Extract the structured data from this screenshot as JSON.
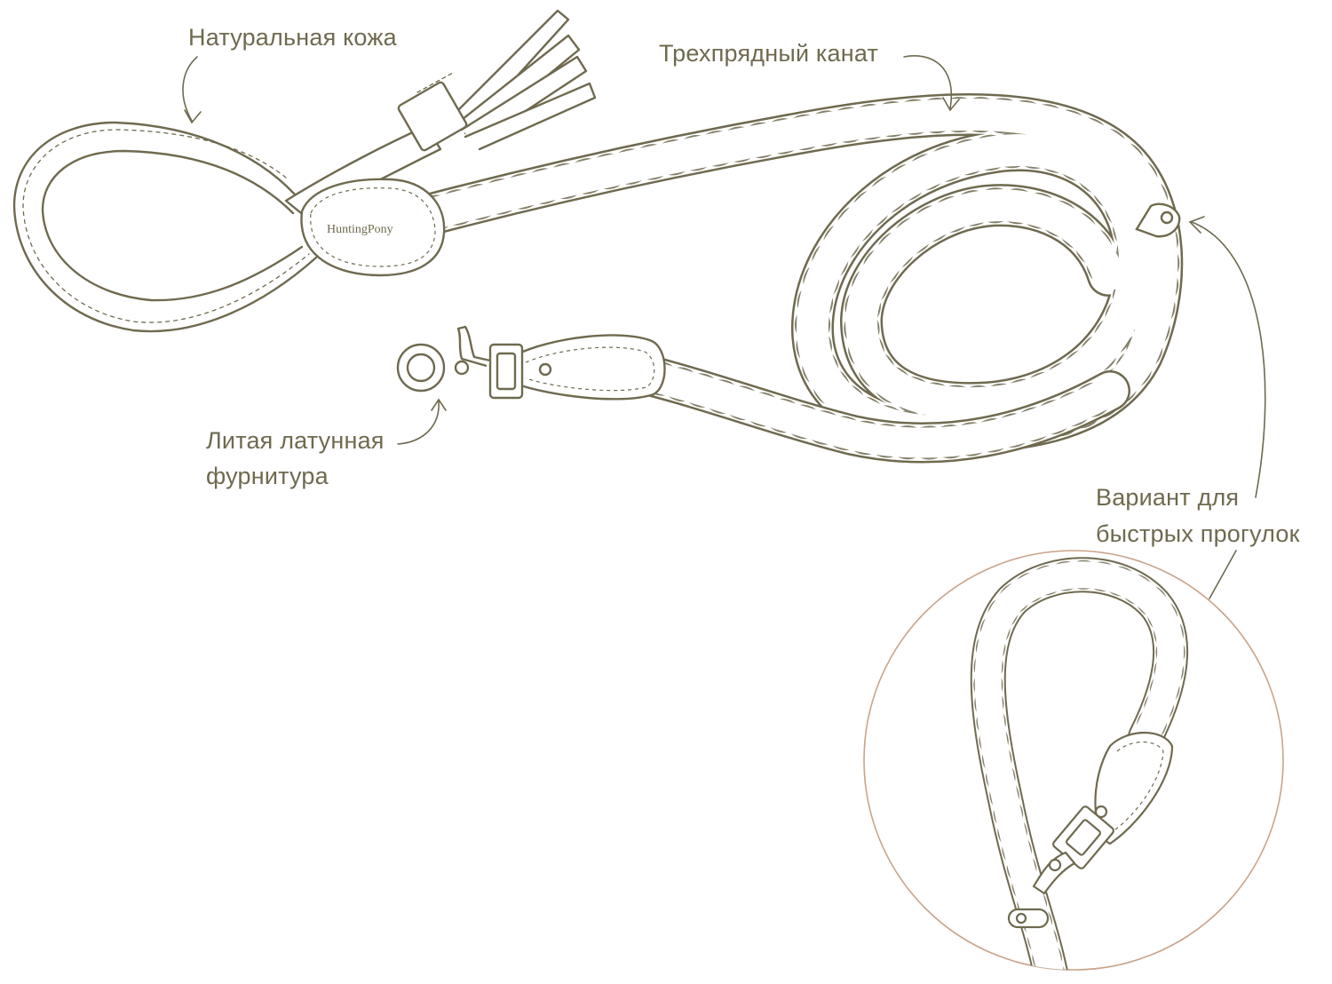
{
  "labels": {
    "leather": "Натуральная кожа",
    "rope": "Трехпрядный канат",
    "hardware_line1": "Литая латунная",
    "hardware_line2": "фурнитура",
    "variant_line1": "Вариант для",
    "variant_line2": "быстрых прогулок"
  },
  "brand_stamp": "HuntingPony",
  "colors": {
    "line": "#6f6a4f",
    "text": "#6f6a4f",
    "circle": "#c8a48a",
    "background": "#ffffff"
  }
}
